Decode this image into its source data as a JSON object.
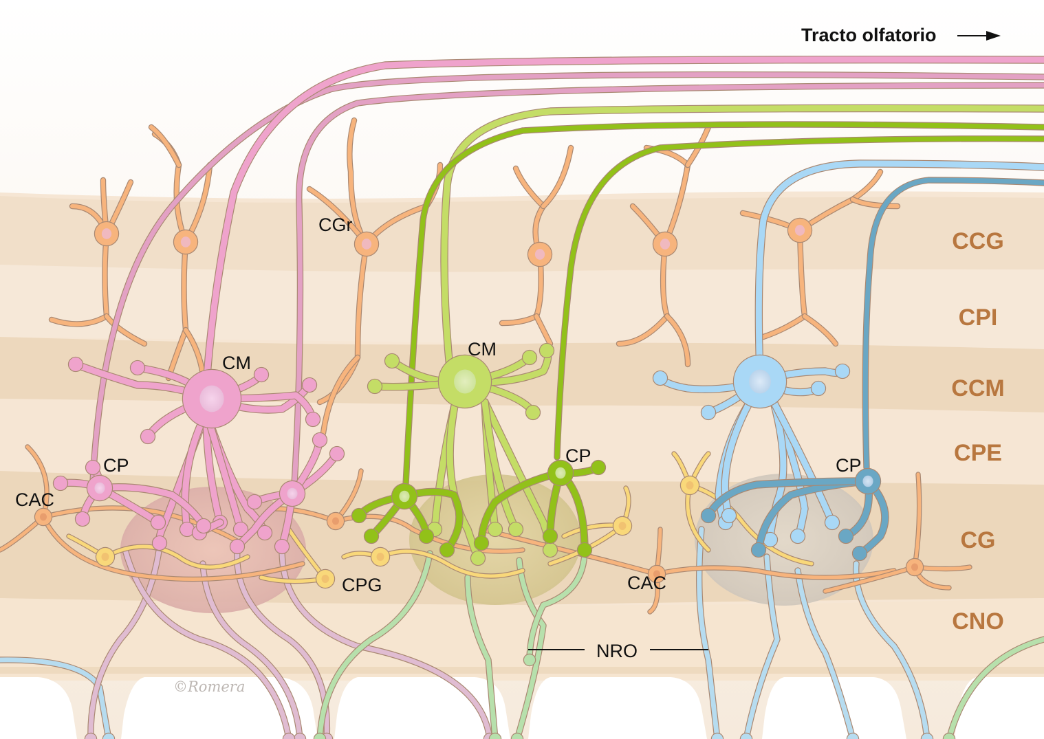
{
  "title": {
    "text": "Tracto olfatorio",
    "arrow_icon": "right-arrow-icon"
  },
  "layers": [
    {
      "id": "ccg",
      "label": "CCG"
    },
    {
      "id": "cpi",
      "label": "CPI"
    },
    {
      "id": "ccm",
      "label": "CCM"
    },
    {
      "id": "cpe",
      "label": "CPE"
    },
    {
      "id": "cg",
      "label": "CG"
    },
    {
      "id": "cno",
      "label": "CNO"
    }
  ],
  "cell_labels": {
    "cgr": "CGr",
    "cm_pink": "CM",
    "cm_green": "CM",
    "cp_pink": "CP",
    "cp_green": "CP",
    "cp_blue": "CP",
    "cac_left": "CAC",
    "cac_mid": "CAC",
    "cpg": "CPG",
    "nro": "NRO"
  },
  "credit": "©Romera",
  "colors": {
    "layer_text": "#b8773f",
    "background_light": "#f6e7d6",
    "background_band": "#edd8bc",
    "granule": "#f7b47d",
    "periglomerular": "#f9d87a",
    "pink": "#efa3cc",
    "pink_axon": "#e3a1c4",
    "pink_nerve": "#e0bcd2",
    "green_light": "#c4dd66",
    "green_dark": "#92c119",
    "green_nerve": "#b7e0ac",
    "blue_light": "#a9d8f6",
    "blue_dark": "#6aa7c4",
    "blue_nerve": "#b6dcf0",
    "outline": "#a98872"
  }
}
